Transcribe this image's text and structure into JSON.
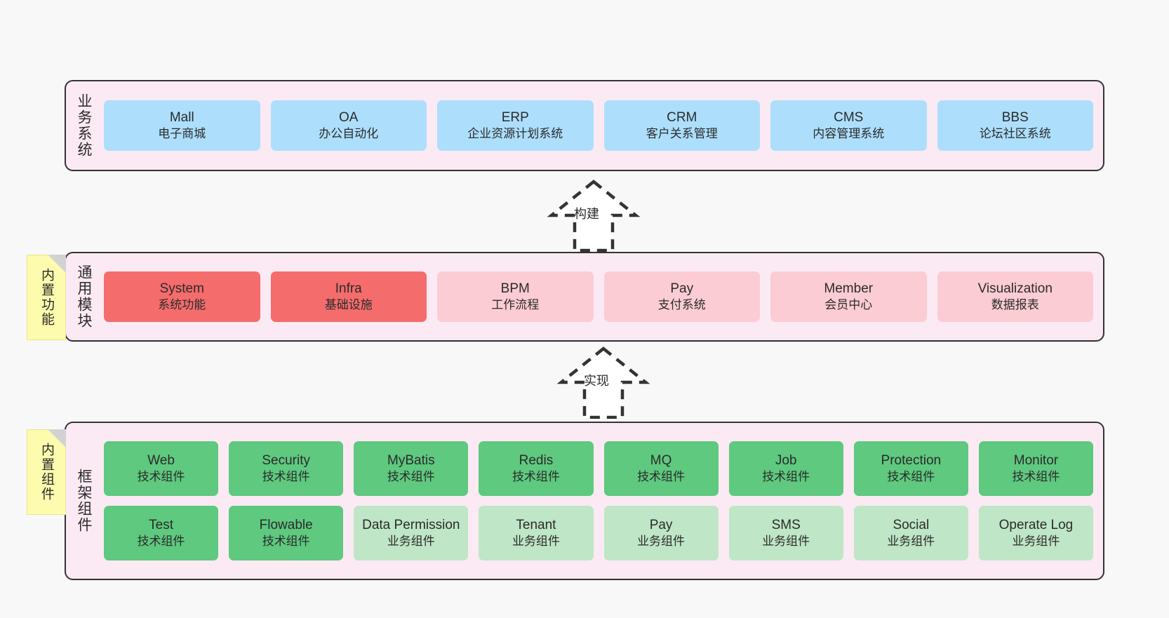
{
  "page": {
    "background": "#f8f8f8",
    "title": "架构图"
  },
  "colors": {
    "layer_bg": "#fbeaf3",
    "layer_border": "#333333",
    "blue": "#addffc",
    "red": "#f56c6c",
    "pink": "#fbccd3",
    "green": "#5ec97f",
    "light_green": "#bfe6c6",
    "sticky": "#fdfbad",
    "sticky_fold": "#d2d2d2"
  },
  "layers": [
    {
      "id": "business",
      "title": "业务系统",
      "rows": [
        [
          {
            "name": "Mall",
            "desc": "电子商城",
            "color": "blue"
          },
          {
            "name": "OA",
            "desc": "办公自动化",
            "color": "blue"
          },
          {
            "name": "ERP",
            "desc": "企业资源计划系统",
            "color": "blue"
          },
          {
            "name": "CRM",
            "desc": "客户关系管理",
            "color": "blue"
          },
          {
            "name": "CMS",
            "desc": "内容管理系统",
            "color": "blue"
          },
          {
            "name": "BBS",
            "desc": "论坛社区系统",
            "color": "blue"
          }
        ]
      ]
    },
    {
      "id": "modules",
      "title": "通用模块",
      "sticky": "内置功能",
      "rows": [
        [
          {
            "name": "System",
            "desc": "系统功能",
            "color": "red"
          },
          {
            "name": "Infra",
            "desc": "基础设施",
            "color": "red"
          },
          {
            "name": "BPM",
            "desc": "工作流程",
            "color": "pink"
          },
          {
            "name": "Pay",
            "desc": "支付系统",
            "color": "pink"
          },
          {
            "name": "Member",
            "desc": "会员中心",
            "color": "pink"
          },
          {
            "name": "Visualization",
            "desc": "数据报表",
            "color": "pink"
          }
        ]
      ]
    },
    {
      "id": "framework",
      "title": "框架组件",
      "sticky": "内置组件",
      "rows": [
        [
          {
            "name": "Web",
            "desc": "技术组件",
            "color": "green"
          },
          {
            "name": "Security",
            "desc": "技术组件",
            "color": "green"
          },
          {
            "name": "MyBatis",
            "desc": "技术组件",
            "color": "green"
          },
          {
            "name": "Redis",
            "desc": "技术组件",
            "color": "green"
          },
          {
            "name": "MQ",
            "desc": "技术组件",
            "color": "green"
          },
          {
            "name": "Job",
            "desc": "技术组件",
            "color": "green"
          },
          {
            "name": "Protection",
            "desc": "技术组件",
            "color": "green"
          },
          {
            "name": "Monitor",
            "desc": "技术组件",
            "color": "green"
          }
        ],
        [
          {
            "name": "Test",
            "desc": "技术组件",
            "color": "green"
          },
          {
            "name": "Flowable",
            "desc": "技术组件",
            "color": "green"
          },
          {
            "name": "Data Permission",
            "desc": "业务组件",
            "color": "lightgreen"
          },
          {
            "name": "Tenant",
            "desc": "业务组件",
            "color": "lightgreen"
          },
          {
            "name": "Pay",
            "desc": "业务组件",
            "color": "lightgreen"
          },
          {
            "name": "SMS",
            "desc": "业务组件",
            "color": "lightgreen"
          },
          {
            "name": "Social",
            "desc": "业务组件",
            "color": "lightgreen"
          },
          {
            "name": "Operate Log",
            "desc": "业务组件",
            "color": "lightgreen"
          }
        ]
      ]
    }
  ],
  "arrows": [
    {
      "id": "build",
      "label": "构建",
      "style": "dashed-generalization-up"
    },
    {
      "id": "impl",
      "label": "实现",
      "style": "dashed-generalization-up"
    }
  ]
}
